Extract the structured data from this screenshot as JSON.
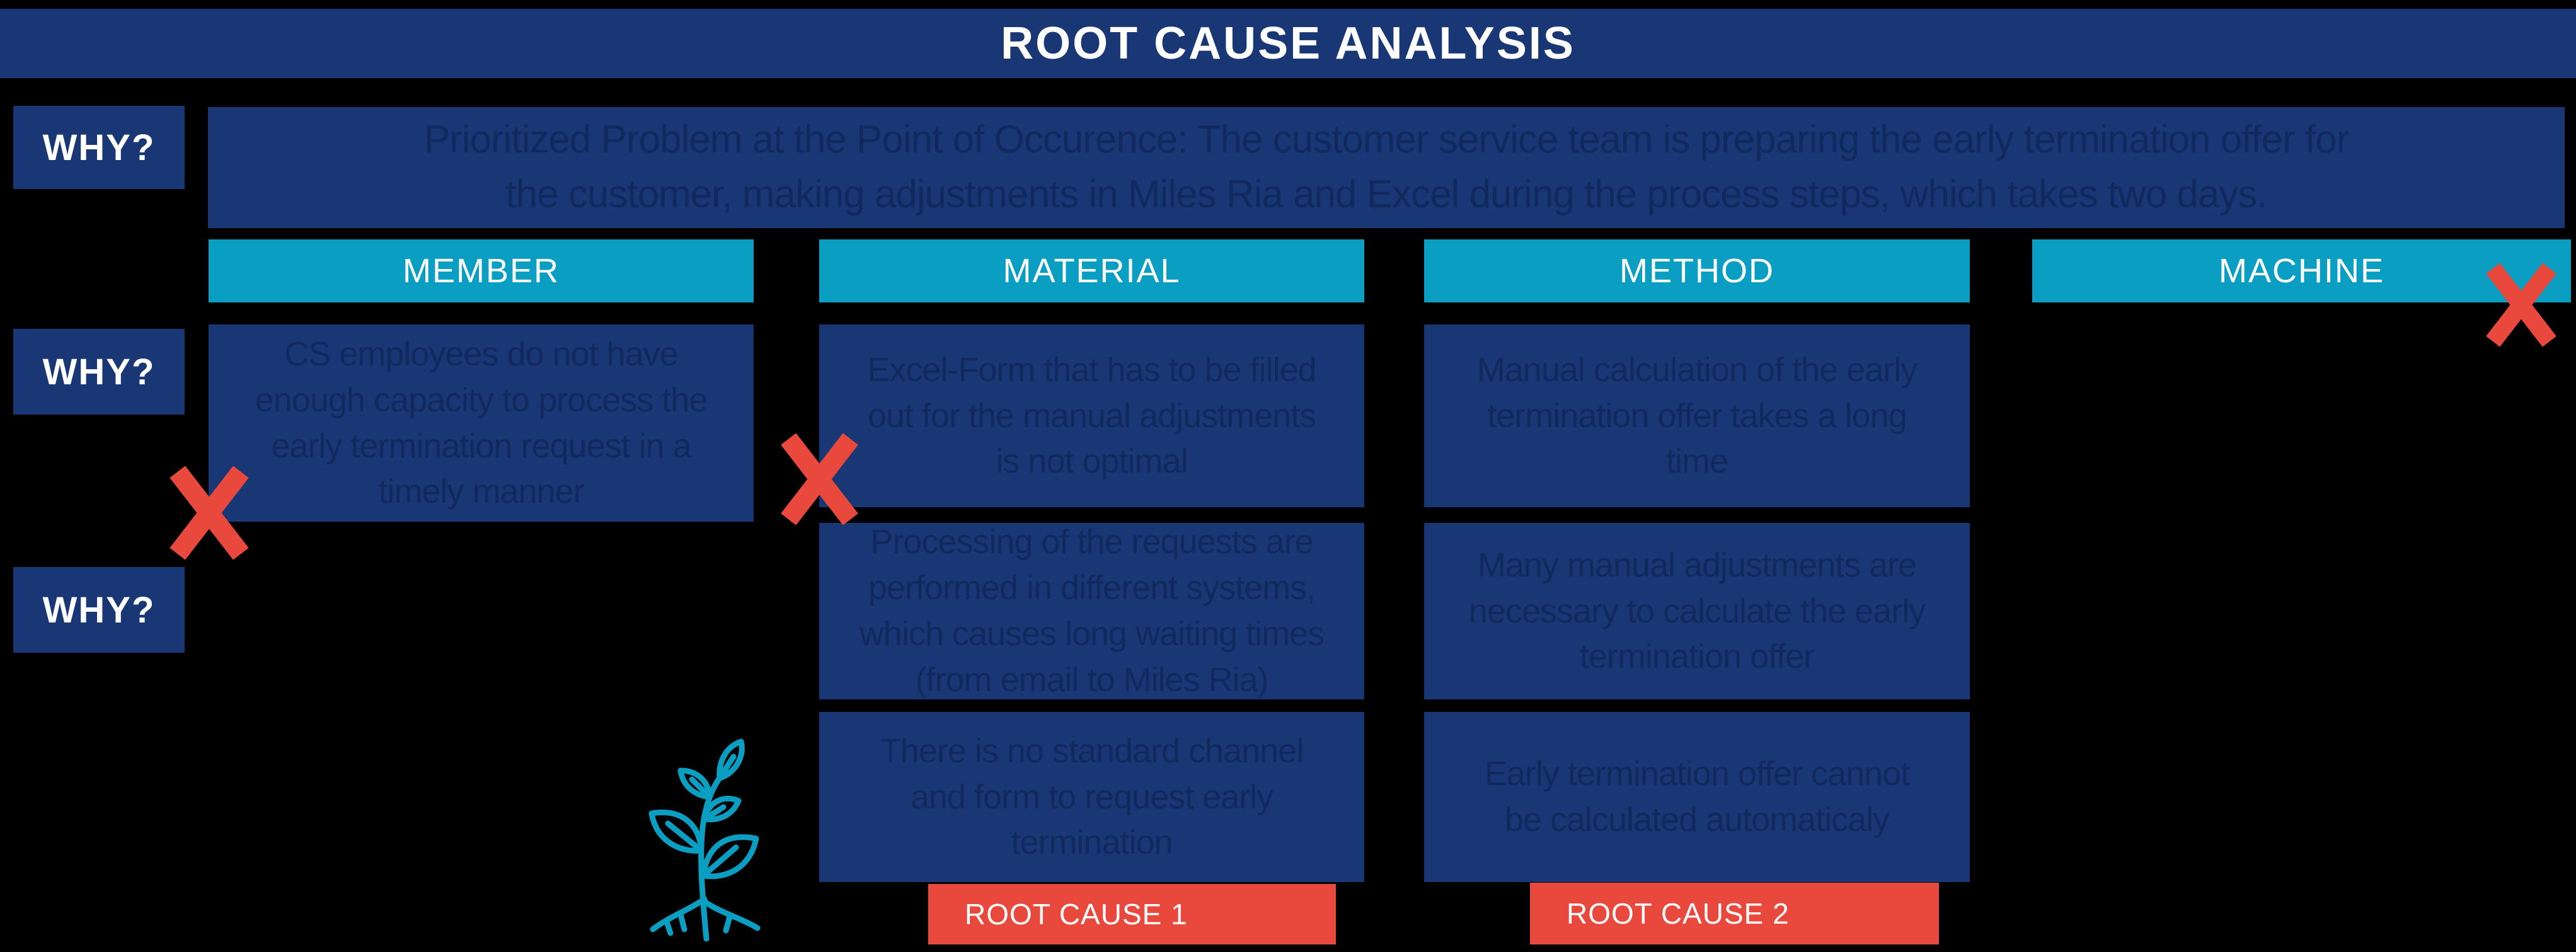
{
  "title": "ROOT CAUSE ANALYSIS",
  "why_labels": [
    "WHY?",
    "WHY?",
    "WHY?"
  ],
  "problem_statement": "Prioritized Problem at the Point of Occurence: The customer service team is preparing the early termination offer for\nthe customer, making adjustments in Miles Ria and Excel during the process steps, which takes two days.",
  "columns": [
    {
      "header": "MEMBER",
      "causes": [
        "CS employees do not have enough capacity to process the early termination request in a timely manner"
      ]
    },
    {
      "header": "MATERIAL",
      "causes": [
        "Excel-Form that has to be filled out for the manual adjustments is not optimal",
        "Processing of the requests are performed in different systems, which causes long waiting times (from email to Miles Ria)",
        "There is no standard channel and form to request early termination"
      ],
      "root_cause_label": "ROOT CAUSE 1"
    },
    {
      "header": "METHOD",
      "causes": [
        "Manual calculation of the early termination offer takes a long time",
        "Many manual adjustments are necessary to calculate the early termination offer",
        "Early termination offer cannot be calculated automaticaly"
      ],
      "root_cause_label": "ROOT CAUSE 2"
    },
    {
      "header": "MACHINE",
      "causes": []
    }
  ],
  "icons": {
    "x_mark": "rejected-cause-x",
    "sprout": "root-sprout"
  },
  "colors": {
    "background": "#000000",
    "navy": "#1A3775",
    "navy_text": "#102A5D",
    "teal": "#0A9FC2",
    "red": "#E8493C",
    "white": "#FFFFFF"
  }
}
